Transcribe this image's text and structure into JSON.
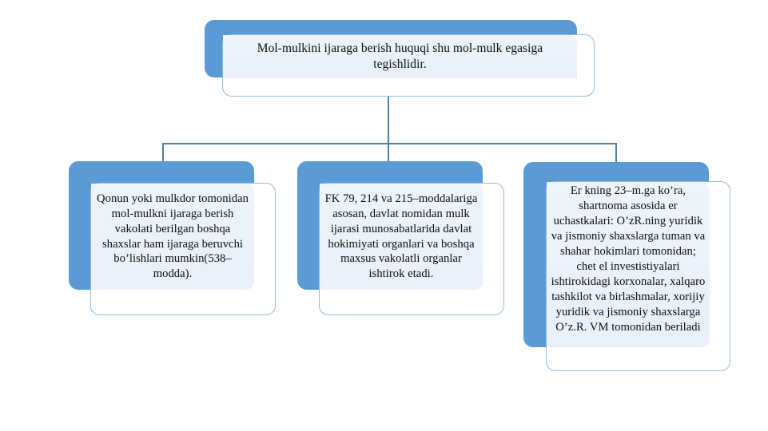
{
  "diagram": {
    "type": "hierarchy-tree",
    "title": "",
    "colors": {
      "shadow_blue": "#5b9bd5",
      "card_border": "#8fbce6",
      "panel_fill": "#eef4fb",
      "connector": "#4a7fb5",
      "text": "#0d0d0d",
      "background": "#ffffff"
    },
    "root": {
      "id": "root",
      "text": "Mol-mulkini ijaraga berish huquqi shu mol-mulk egasiga tegishlidir."
    },
    "children": [
      {
        "id": "child-1",
        "text": "Qonun yoki mulkdor tomonidan mol-mulkni ijaraga berish vakolati berilgan boshqa shaxslar ham ijaraga beruvchi bo’lishlari mumkin(538–modda)."
      },
      {
        "id": "child-2",
        "text": "FK 79, 214 va 215–moddalariga asosan, davlat nomidan mulk ijarasi munosabatlarida davlat hokimiyati organlari va boshqa maxsus vakolatli organlar ishtirok etadi."
      },
      {
        "id": "child-3",
        "text": "Er kning 23–m.ga ko’ra, shartnoma asosida er uchastkalari: O’zR.ning yuridik va jismoniy shaxslarga tuman va shahar hokimlari tomonidan; chet el investistiyalari ishtirokidagi korxonalar, xalqaro tashkilot va birlashmalar, xorijiy yuridik va jismoniy shaxslarga O’z.R. VM tomonidan beriladi"
      }
    ]
  }
}
